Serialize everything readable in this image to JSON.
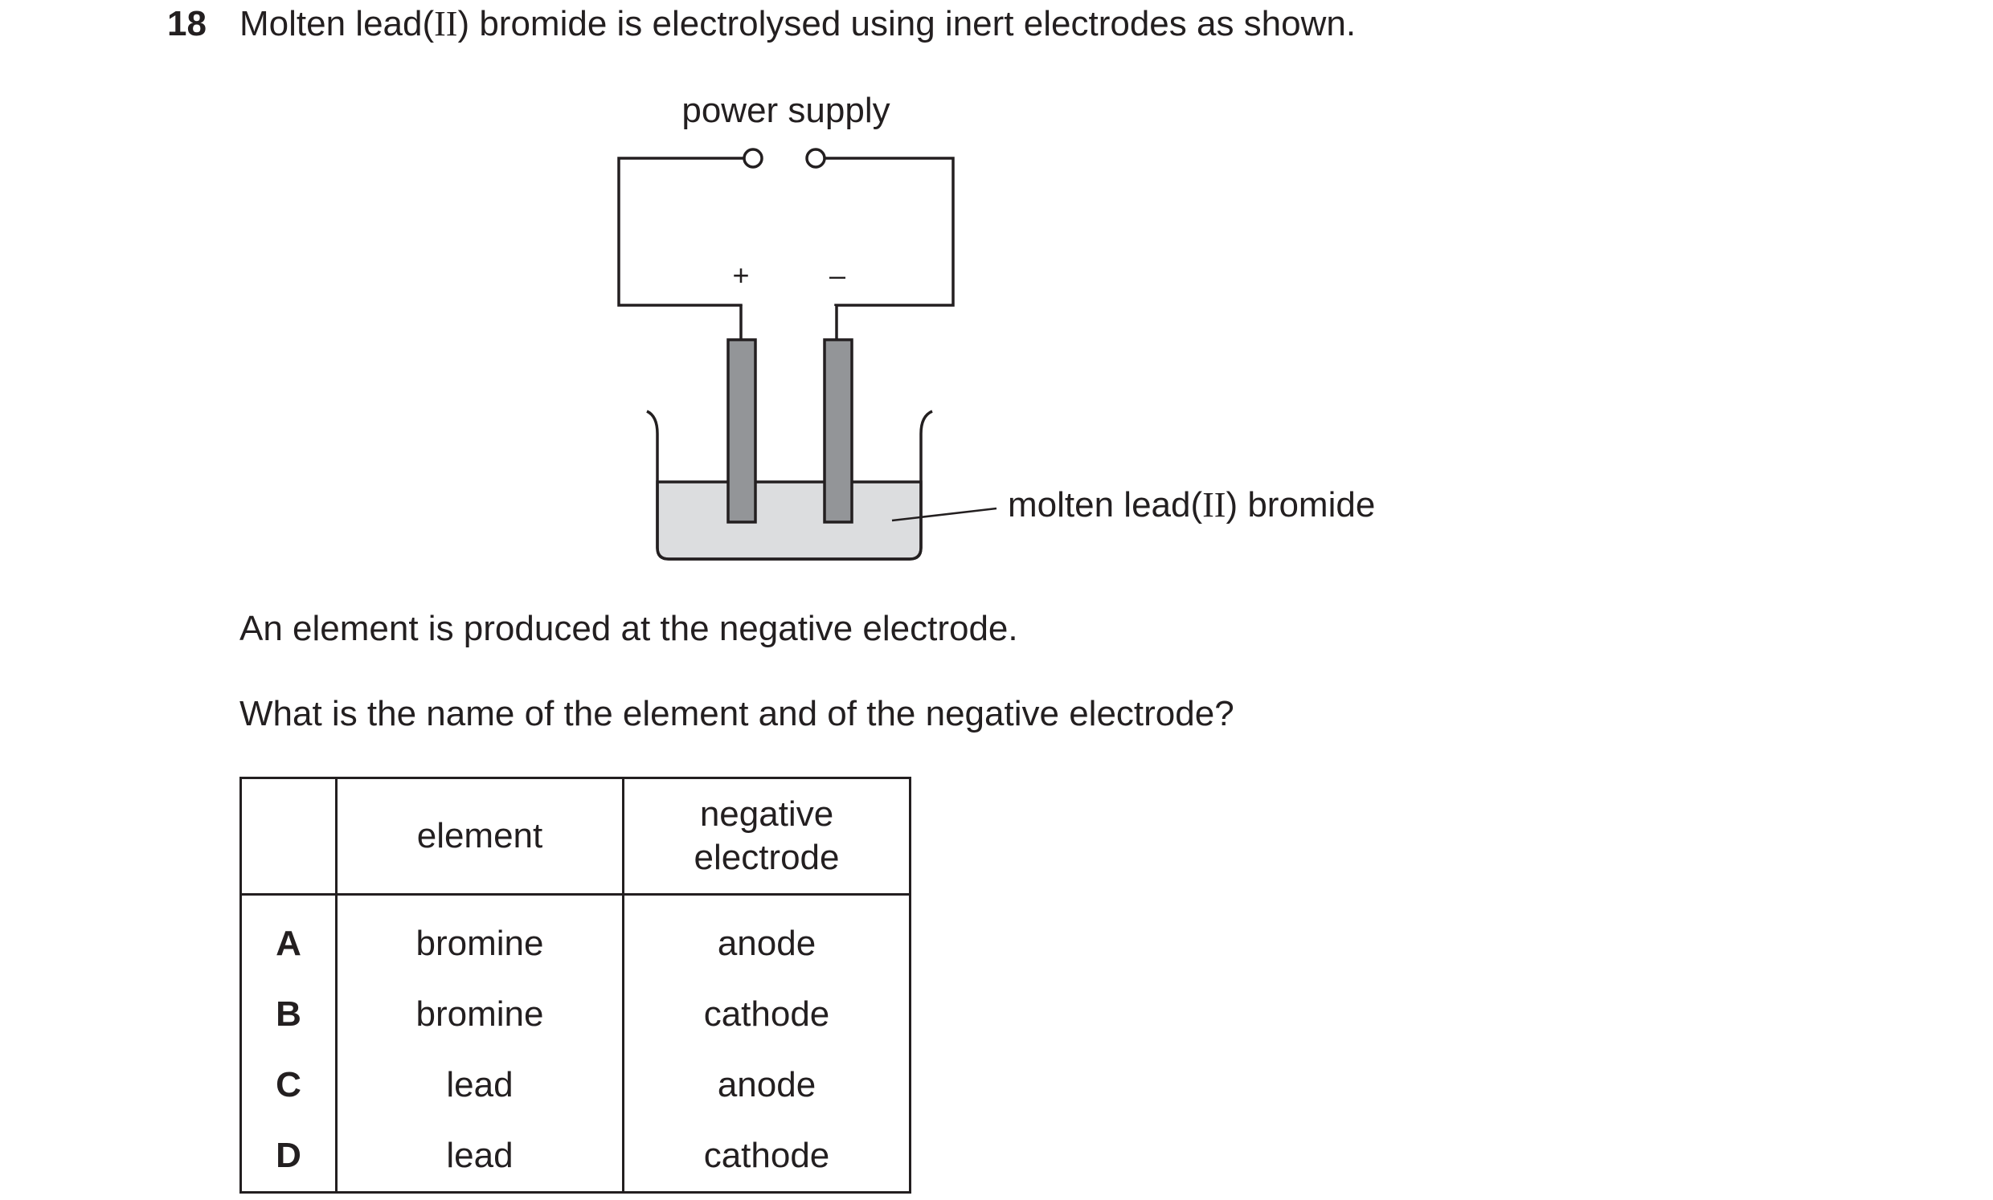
{
  "question": {
    "number": "18",
    "text_before": "Molten lead(",
    "text_roman": "II",
    "text_after": ") bromide is electrolysed using inert electrodes as shown."
  },
  "diagram": {
    "power_supply_label": "power supply",
    "positive_sign": "+",
    "negative_sign": "–",
    "electrolyte_label_before": "molten lead(",
    "electrolyte_label_roman": "II",
    "electrolyte_label_after": ") bromide",
    "colors": {
      "line": "#231f20",
      "electrode_fill": "#939598",
      "electrolyte_fill": "#dcdddf"
    }
  },
  "statement": "An element is produced at the negative electrode.",
  "prompt": "What is the name of the element and of the negative electrode?",
  "table": {
    "headers": {
      "key": "",
      "element": "element",
      "negative_electrode_line1": "negative",
      "negative_electrode_line2": "electrode"
    },
    "rows": [
      {
        "key": "A",
        "element": "bromine",
        "negative_electrode": "anode"
      },
      {
        "key": "B",
        "element": "bromine",
        "negative_electrode": "cathode"
      },
      {
        "key": "C",
        "element": "lead",
        "negative_electrode": "anode"
      },
      {
        "key": "D",
        "element": "lead",
        "negative_electrode": "cathode"
      }
    ]
  }
}
